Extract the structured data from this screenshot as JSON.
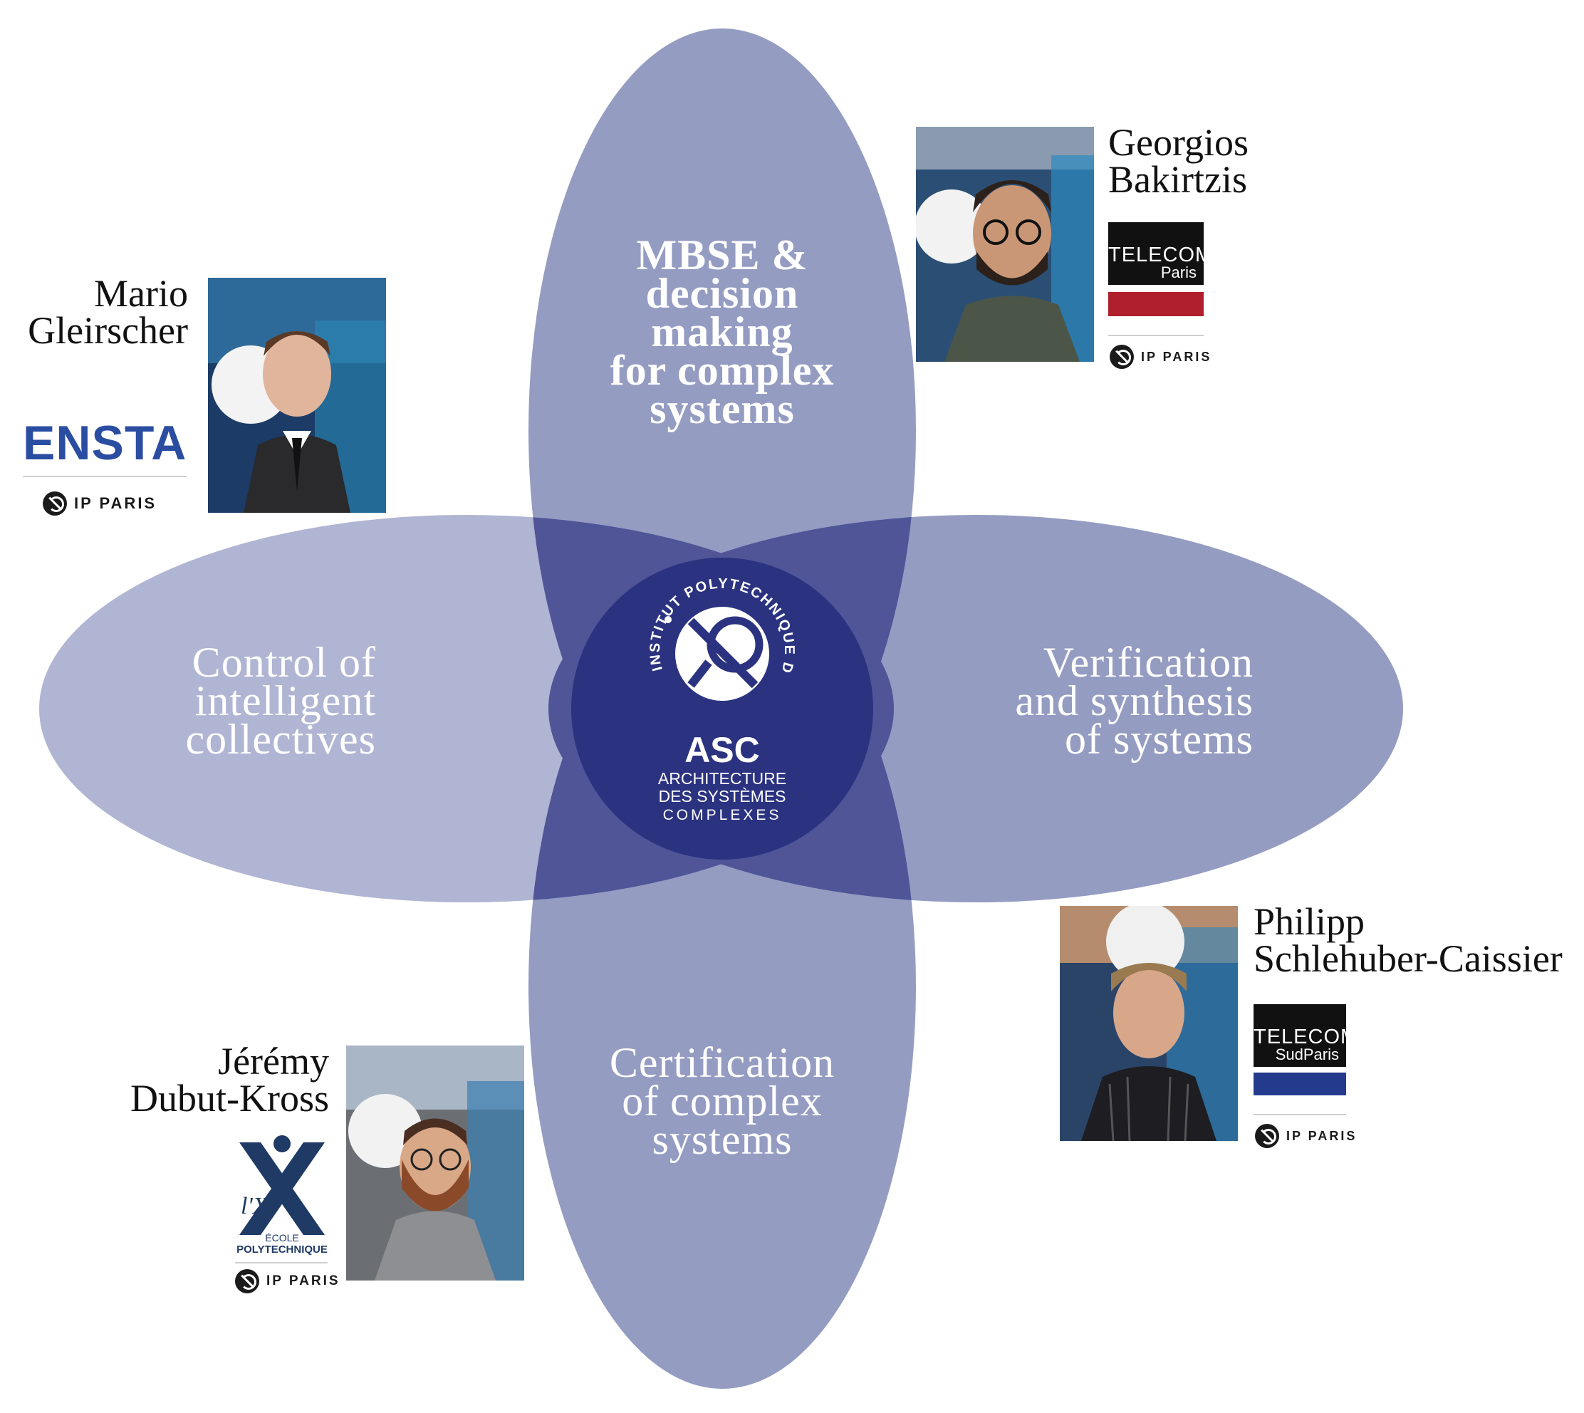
{
  "center_logo": {
    "arc_text": "INSTITUT POLYTECHNIQUE DE PARIS",
    "acronym": "ASC",
    "line1": "ARCHITECTURE",
    "line2": "DES SYSTÈMES",
    "line3": "COMPLEXES"
  },
  "petals": {
    "top": [
      "MBSE &",
      "decision",
      "making",
      "for complex",
      "systems"
    ],
    "left": [
      "Control of",
      "intelligent",
      "collectives"
    ],
    "right": [
      "Verification",
      "and synthesis",
      "of  systems"
    ],
    "bottom": [
      "Certification",
      "of  complex",
      "systems"
    ]
  },
  "people": [
    {
      "first": "Mario",
      "last": "Gleirscher",
      "institution": "ENSTA"
    },
    {
      "first": "Georgios",
      "last": "Bakirtzis",
      "institution_line1": "TELECOM",
      "institution_line2": "Paris"
    },
    {
      "first": "Jérémy",
      "last": "Dubut-Kross",
      "institution_line1": "ÉCOLE",
      "institution_line2": "POLYTECHNIQUE",
      "institution_mark": "l'X"
    },
    {
      "first": "Philipp",
      "last": "Schlehuber-Caissier",
      "institution_line1": "TELECOM",
      "institution_line2": "SudParis"
    }
  ],
  "ip_paris": "IP PARIS",
  "colors": {
    "petal_light": "#b0b5d3",
    "petal": "#959cc2",
    "overlap": "#4f5597",
    "center": "#2b3381",
    "telecom_paris_red": "#b01f2e",
    "sudparis_blue": "#243b8d",
    "ensta_blue": "#2a4da1",
    "x_navy": "#1f3a64"
  }
}
